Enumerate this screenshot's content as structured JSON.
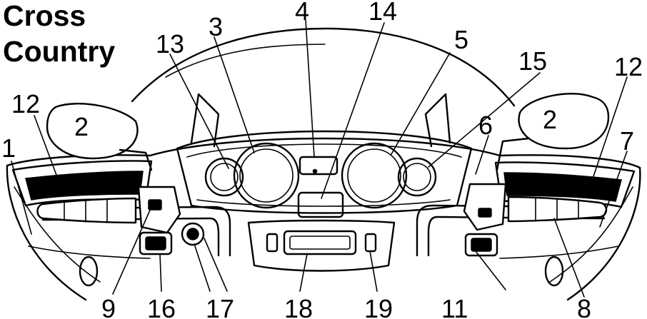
{
  "title": {
    "line1": "Cross",
    "line2": "Country"
  },
  "callouts": {
    "c1": "1",
    "c2_left": "2",
    "c2_right": "2",
    "c3": "3",
    "c4": "4",
    "c5": "5",
    "c6": "6",
    "c7": "7",
    "c8": "8",
    "c9": "9",
    "c11": "11",
    "c12_left": "12",
    "c12_right": "12",
    "c13": "13",
    "c14": "14",
    "c15": "15",
    "c16": "16",
    "c17": "17",
    "c18": "18",
    "c19": "19"
  },
  "colors": {
    "ink": "#000000",
    "paper": "#ffffff"
  }
}
